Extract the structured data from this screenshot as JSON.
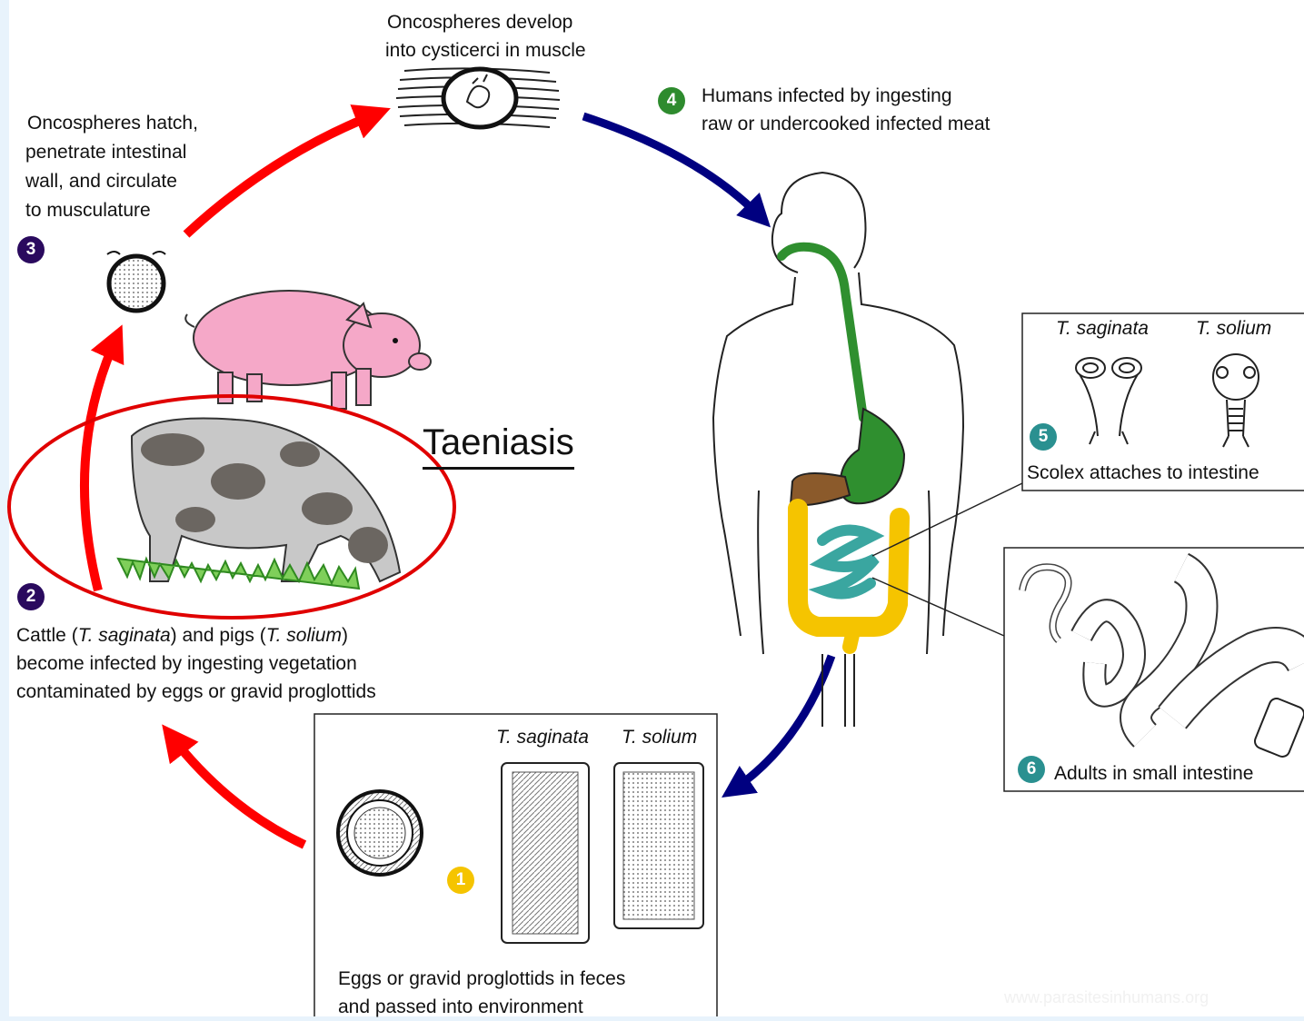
{
  "title": "Taeniasis",
  "colors": {
    "red_arrow": "#ff0000",
    "blue_arrow": "#000080",
    "green_badge": "#2e8b2e",
    "teal_badge": "#2a9090",
    "purple_badge": "#2a0a5e",
    "yellow_badge": "#f5c400",
    "gut_green": "#2f8f2f",
    "gut_yellow": "#f5c400",
    "gut_teal": "#3aa6a0",
    "liver_brown": "#8b5a2b",
    "pig_pink": "#f5a8c8",
    "highlight_circle": "#e00000"
  },
  "steps": [
    {
      "number": "1",
      "lines": [
        "Eggs or gravid proglottids in feces",
        "and passed into environment"
      ]
    },
    {
      "number": "2",
      "lines": [
        "Cattle (T. saginata) and pigs (T. solium)",
        "become infected by ingesting vegetation",
        "contaminated by eggs or gravid proglottids"
      ]
    },
    {
      "number": "3",
      "lines": [
        "Oncospheres hatch,",
        "penetrate intestinal",
        "wall, and circulate",
        "to musculature"
      ]
    },
    {
      "number": "4",
      "lines": [
        "Humans infected by ingesting",
        "raw or undercooked infected meat"
      ]
    },
    {
      "number": "5",
      "lines": [
        "Scolex attaches to intestine"
      ]
    },
    {
      "number": "6",
      "lines": [
        "Adults in small intestine"
      ]
    }
  ],
  "step2_parts": [
    "Cattle (",
    "T. saginata",
    ") and pigs (",
    "T. solium",
    ")"
  ],
  "top_caption": [
    "Oncospheres develop",
    "into cysticerci in muscle"
  ],
  "species": {
    "saginata": "T. saginata",
    "solium": "T. solium"
  },
  "watermark": "www.parasitesinhumans.org",
  "icons": [
    "oncosphere-egg-icon",
    "cysticercus-in-muscle-icon",
    "pig-icon",
    "cow-icon",
    "human-body-icon",
    "scolex-icon",
    "proglottid-icon",
    "adult-worm-icon",
    "egg-icon"
  ]
}
